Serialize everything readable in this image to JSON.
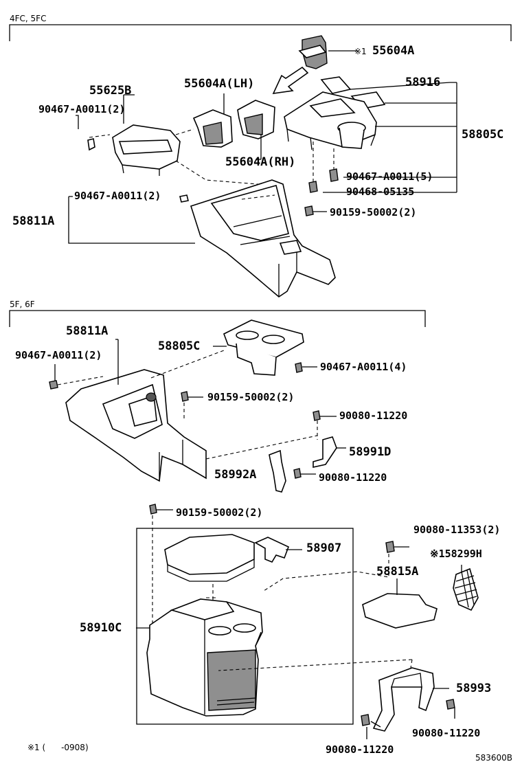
{
  "sections": {
    "top": "4FC, 5FC",
    "middle": "5F, 6F"
  },
  "labels": {
    "p55604A_top": "55604A",
    "note_mark_top": "※1",
    "p58916": "58916",
    "p55625B": "55625B",
    "p55604A_LH": "55604A(LH)",
    "p90467_A0011_2_top": "90467-A0011(2)",
    "p58805C_top": "58805C",
    "p55604A_RH": "55604A(RH)",
    "p90467_A0011_5": "90467-A0011(5)",
    "p90468_05135": "90468-05135",
    "p90467_A0011_2_mid": "90467-A0011(2)",
    "p58811A_top": "58811A",
    "p90159_50002_2_top": "90159-50002(2)",
    "p58811A_mid": "58811A",
    "p58805C_mid": "58805C",
    "p90467_A0011_2_left": "90467-A0011(2)",
    "p90467_A0011_4": "90467-A0011(4)",
    "p90159_50002_2_mid": "90159-50002(2)",
    "p90080_11220_a": "90080-11220",
    "p58991D": "58991D",
    "p58992A": "58992A",
    "p90080_11220_b": "90080-11220",
    "p90159_50002_2_low": "90159-50002(2)",
    "p90080_11353_2": "90080-11353(2)",
    "p58907": "58907",
    "p58299H": "※158299H",
    "p58815A": "58815A",
    "p58910C": "58910C",
    "p58993": "58993",
    "p90080_11220_c": "90080-11220",
    "p90080_11220_d": "90080-11220"
  },
  "footnote": "※1 (      -0908)",
  "diagram_id": "583600B"
}
